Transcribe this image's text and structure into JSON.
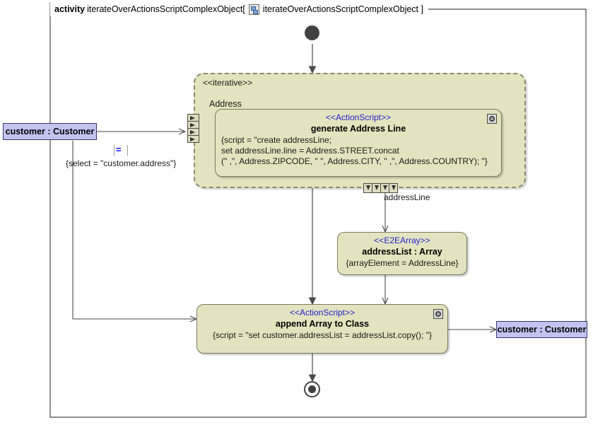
{
  "frame": {
    "keyword": "activity",
    "name": "iterateOverActionsScriptComplexObject[",
    "icon": "class-diagram-icon",
    "qualifier": "iterateOverActionsScriptComplexObject ]"
  },
  "region": {
    "stereotype": "<<iterative>>",
    "input_label": "Address"
  },
  "nodes": {
    "generate": {
      "stereotype": "<<ActionScript>>",
      "name": "generate Address Line",
      "body": "{script = \"create addressLine;\nset addressLine.line = Address.STREET.concat\n(\" ,\", Address.ZIPCODE, \" \", Address.CITY, \" ,\", Address.COUNTRY); \"}"
    },
    "array": {
      "stereotype": "<<E2EArray>>",
      "name": "addressList : Array",
      "body": "{arrayElement = AddressLine}"
    },
    "append": {
      "stereotype": "<<ActionScript>>",
      "name": "append Array to Class",
      "body": "{script = \"set customer.addressList = addressList.copy(); \"}"
    }
  },
  "pins": {
    "customer_in": "customer : Customer",
    "customer_out": "customer : Customer",
    "select_note": "{select = \"customer.address\"}",
    "select_badge": "=",
    "flow_label": "addressLine"
  },
  "colors": {
    "node_fill": "#e3e3bf",
    "node_border": "#7a7a63",
    "stereotype_text": "#2222cc",
    "object_pin_fill": "#c3c3f0",
    "object_pin_border": "#3a3a6e",
    "edge": "#4a4a4a",
    "control_node": "#424242",
    "page_bg": "#ffffff"
  }
}
